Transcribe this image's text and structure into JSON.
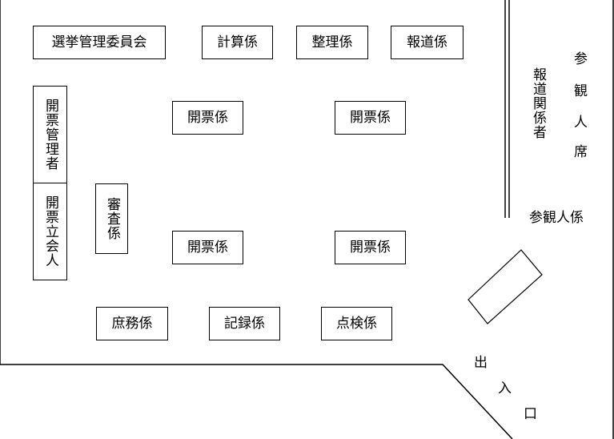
{
  "stations": {
    "committee": "選挙管理委員会",
    "calc": "計算係",
    "arrange": "整理係",
    "press": "報道係",
    "counter_tl": "開票係",
    "counter_tr": "開票係",
    "counter_bl": "開票係",
    "counter_br": "開票係",
    "general": "庶務係",
    "record": "記録係",
    "inspect": "点検係",
    "manager": "開票管理者",
    "witness": "開票立会人",
    "review": "審査係"
  },
  "seating": {
    "press_seats": "報道関係者",
    "observer_seats": [
      "参",
      "観",
      "人",
      "席"
    ],
    "observer_staff": "参観人係"
  },
  "entrance": [
    "出",
    "入",
    "口"
  ]
}
